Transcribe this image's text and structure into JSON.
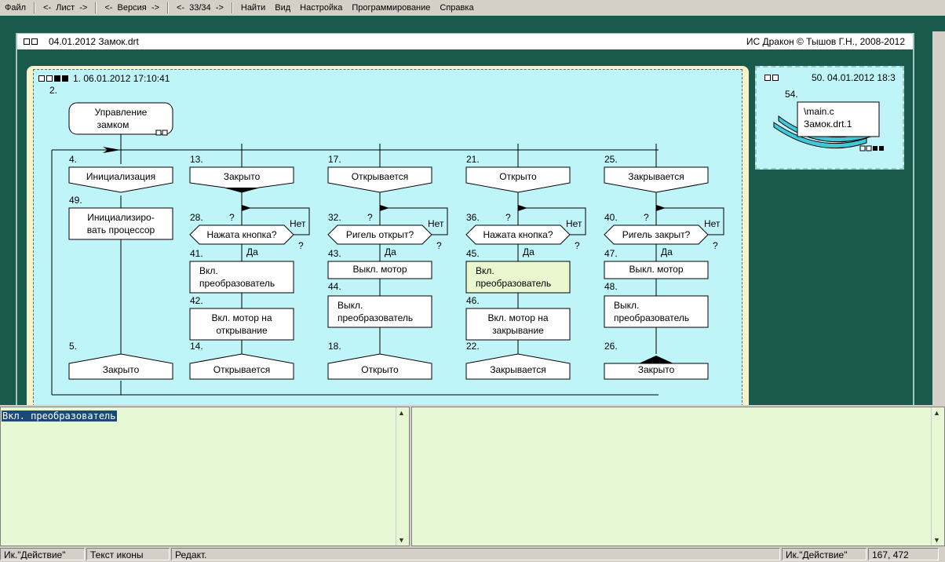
{
  "menu": {
    "file": "Файл",
    "sheet": "<-  Лист  ->",
    "version": "<-  Версия  ->",
    "page": "<-  33/34  ->",
    "find": "Найти",
    "view": "Вид",
    "settings": "Настройка",
    "programming": "Программирование",
    "help": "Справка"
  },
  "document": {
    "title": "04.01.2012  Замок.drt",
    "copyright": "ИС Дракон © Тышов Г.Н., 2008-2012"
  },
  "diagram": {
    "header": "1. 06.01.2012 17:10:41",
    "start_num": "2.",
    "start_line1": "Управление",
    "start_line2": "замком",
    "yes": "Да",
    "no": "Нет",
    "q": "?",
    "branches": [
      {
        "num": "4.",
        "head": "Инициализация",
        "a_num": "49.",
        "a_l1": "Инициализиро-",
        "a_l2": "вать процессор",
        "end_num": "5.",
        "end": "Закрыто"
      },
      {
        "num": "13.",
        "head": "Закрыто",
        "q_num": "28.",
        "question": "Нажата кнопка?",
        "b1_num": "41.",
        "b1_l1": "Вкл.",
        "b1_l2": "преобразователь",
        "b2_num": "42.",
        "b2_l1": "Вкл. мотор на",
        "b2_l2": "открывание",
        "end_num": "14.",
        "end": "Открывается"
      },
      {
        "num": "17.",
        "head": "Открывается",
        "q_num": "32.",
        "question": "Ригель открыт?",
        "b1_num": "43.",
        "b1_l1": "Выкл. мотор",
        "b2_num": "44.",
        "b2_l1": "Выкл.",
        "b2_l2": "преобразователь",
        "end_num": "18.",
        "end": "Открыто"
      },
      {
        "num": "21.",
        "head": "Открыто",
        "q_num": "36.",
        "question": "Нажата кнопка?",
        "b1_num": "45.",
        "b1_l1": "Вкл.",
        "b1_l2": "преобразователь",
        "b2_num": "46.",
        "b2_l1": "Вкл. мотор на",
        "b2_l2": "закрывание",
        "end_num": "22.",
        "end": "Закрывается"
      },
      {
        "num": "25.",
        "head": "Закрывается",
        "q_num": "40.",
        "question": "Ригель закрыт?",
        "b1_num": "47.",
        "b1_l1": "Выкл. мотор",
        "b2_num": "48.",
        "b2_l1": "Выкл.",
        "b2_l2": "преобразователь",
        "end_num": "26.",
        "end": "Закрыто"
      }
    ]
  },
  "mini": {
    "header": "50. 04.01.2012 18:3",
    "num": "54.",
    "line1": "\\main.c",
    "line2": "Замок.drt.1"
  },
  "editor": {
    "left_text": "Вкл. преобразователь"
  },
  "status": {
    "icon_type": "Ик.\"Действие\"",
    "icon_text": "Текст иконы",
    "mode": "Редакт.",
    "icon_type2": "Ик.\"Действие\"",
    "coords": "167, 472"
  },
  "colors": {
    "workspace": "#1a5a4c",
    "canvas": "#bff5f8",
    "editor_bg": "#e6f8d4",
    "highlight_icon": "#eaf8d0"
  }
}
